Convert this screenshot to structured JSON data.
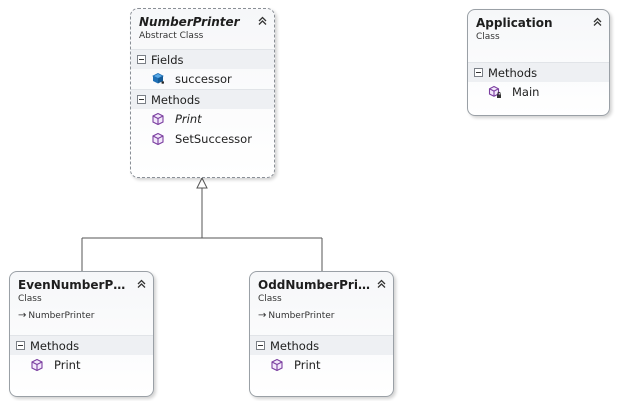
{
  "diagram": {
    "classes": {
      "number_printer": {
        "title": "NumberPrinter",
        "stereotype": "Abstract Class",
        "fields_label": "Fields",
        "fields": [
          "successor"
        ],
        "methods_label": "Methods",
        "methods": [
          "Print",
          "SetSuccessor"
        ]
      },
      "application": {
        "title": "Application",
        "stereotype": "Class",
        "methods_label": "Methods",
        "methods": [
          "Main"
        ]
      },
      "even_number_printer": {
        "title": "EvenNumberPri...",
        "stereotype": "Class",
        "base": "NumberPrinter",
        "methods_label": "Methods",
        "methods": [
          "Print"
        ]
      },
      "odd_number_printer": {
        "title": "OddNumberPri...",
        "stereotype": "Class",
        "base": "NumberPrinter",
        "methods_label": "Methods",
        "methods": [
          "Print"
        ]
      }
    },
    "colors": {
      "method_icon": "#7b3fa0",
      "field_icon": "#1f6fb5",
      "border": "#9aa0a6",
      "section_bg": "#eef0f3"
    }
  }
}
